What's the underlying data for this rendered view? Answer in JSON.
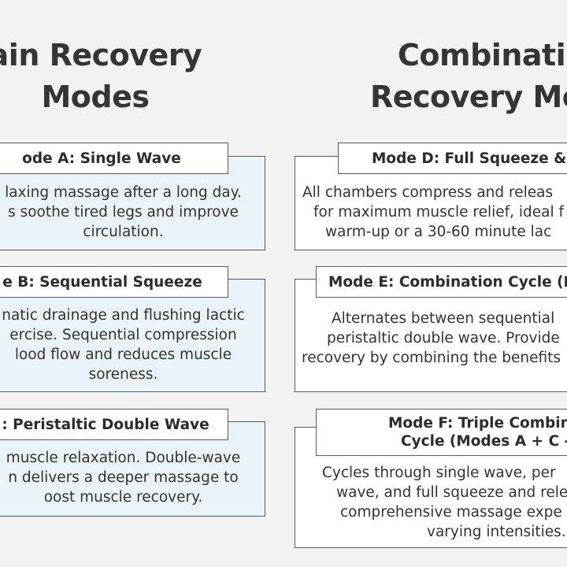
{
  "left_heading": [
    "ain Recovery",
    "Modes"
  ],
  "right_heading": [
    "Combinatio",
    "Recovery Mo"
  ],
  "left_modes": [
    {
      "title": [
        "ode A: Single Wave"
      ],
      "body": [
        "laxing massage after a long day.",
        "s soothe tired legs and improve",
        "circulation."
      ]
    },
    {
      "title": [
        "e B: Sequential Squeeze"
      ],
      "body": [
        "natic drainage and flushing lactic",
        "ercise. Sequential compression",
        "lood flow and reduces muscle",
        "soreness."
      ]
    },
    {
      "title": [
        ": Peristaltic Double Wave"
      ],
      "body": [
        "muscle relaxation. Double-wave",
        "n delivers a deeper massage to",
        "oost muscle recovery."
      ]
    }
  ],
  "right_modes": [
    {
      "title": [
        "Mode D: Full Squeeze & R"
      ],
      "body": [
        "All chambers compress and releas",
        "for maximum muscle relief, ideal f",
        "warm-up or a 30-60 minute lac"
      ]
    },
    {
      "title": [
        "Mode E: Combination Cycle (M"
      ],
      "body": [
        "Alternates between sequential",
        "peristaltic double wave. Provide",
        "recovery by combining the benefits"
      ]
    },
    {
      "title": [
        "Mode F: Triple Combin",
        "Cycle (Modes A + C -"
      ],
      "body": [
        "Cycles through single wave, per",
        "wave, and full squeeze and rele",
        "comprehensive massage expe",
        "varying intensities."
      ]
    }
  ]
}
